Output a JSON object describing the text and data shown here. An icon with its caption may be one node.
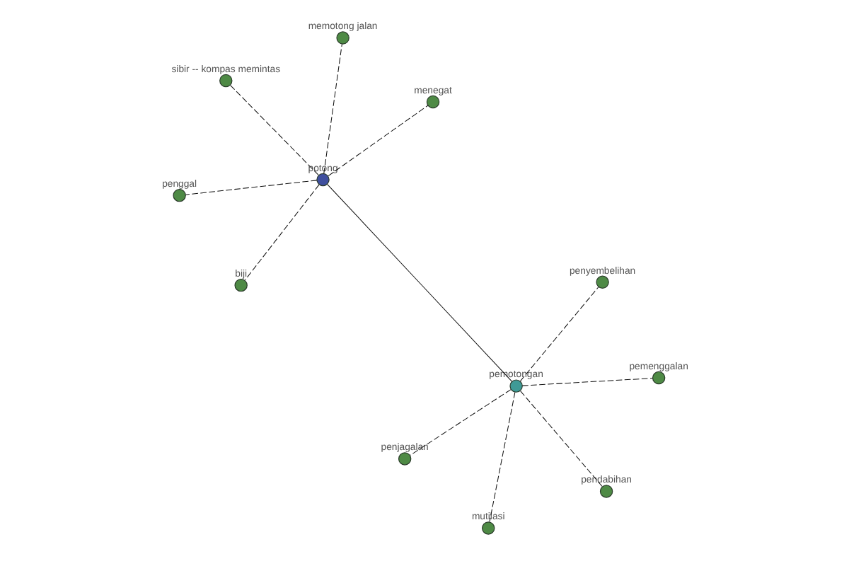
{
  "diagram": {
    "nodes": [
      {
        "text": [
          "sibir -- kompas memintas"
        ]
      },
      {
        "text": [
          "menegat"
        ]
      },
      {
        "text": [
          "biji"
        ]
      },
      {
        "text": [
          "potong"
        ]
      },
      {
        "text": [
          "memotong jalan"
        ]
      },
      {
        "text": [
          "penyembelihan"
        ]
      },
      {
        "text": [
          "penggal"
        ]
      },
      {
        "text": [
          "pemotongan"
        ]
      },
      {
        "text": [
          "mutilasi"
        ]
      },
      {
        "text": [
          "pemenggalan"
        ]
      },
      {
        "text": [
          "pendabihan"
        ]
      },
      {
        "text": [
          "penjagalan"
        ]
      }
    ],
    "edges": [
      {
        "from": 3,
        "to": 7,
        "arrow": "none"
      },
      {
        "from": 3,
        "to": 0,
        "arrow": "none",
        "style": "dashed"
      },
      {
        "from": 3,
        "to": 1,
        "arrow": "none",
        "style": "dashed"
      },
      {
        "from": 3,
        "to": 2,
        "arrow": "none",
        "style": "dashed"
      },
      {
        "from": 3,
        "to": 4,
        "arrow": "none",
        "style": "dashed"
      },
      {
        "from": 3,
        "to": 6,
        "arrow": "none",
        "style": "dashed"
      },
      {
        "from": 7,
        "to": 5,
        "arrow": "none",
        "style": "dashed"
      },
      {
        "from": 7,
        "to": 8,
        "arrow": "none",
        "style": "dashed"
      },
      {
        "from": 7,
        "to": 9,
        "arrow": "none",
        "style": "dashed"
      },
      {
        "from": 7,
        "to": 10,
        "arrow": "none",
        "style": "dashed"
      },
      {
        "from": 7,
        "to": 11,
        "arrow": "none",
        "style": "dashed"
      }
    ]
  }
}
